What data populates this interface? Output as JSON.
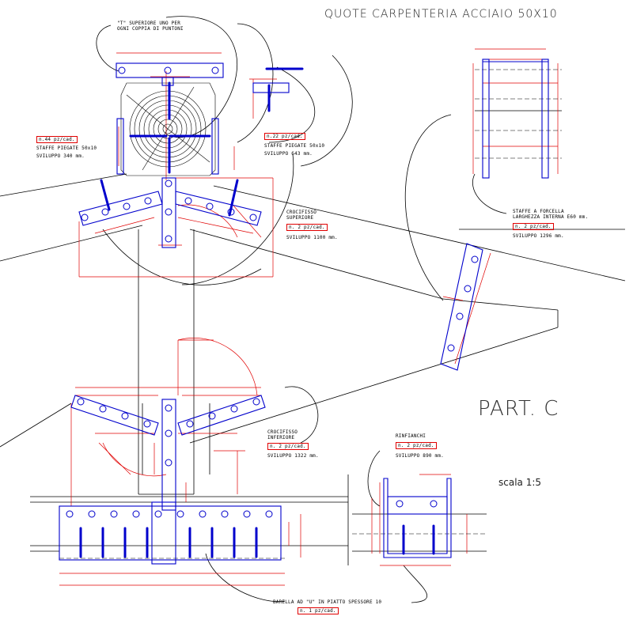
{
  "title": "QUOTE CARPENTERIA ACCIAIO 50X10",
  "part": "PART. C",
  "scale": "scala 1:5",
  "notes": {
    "t_superiore": [
      "\"T\" SUPERIORE UNO PER",
      "OGNI COPPIA DI PUNTONI"
    ],
    "staffe_piegate_1": {
      "qty": "n.44 pz/cad.",
      "name": "STAFFE PIEGATE 50x10",
      "dev": "SVILUPPO 340 mm."
    },
    "staffe_piegate_2": {
      "qty": "n.22 pz/cad.",
      "name": "STAFFE PIEGATE 50x10",
      "dev": "SVILUPPO 643 mm."
    },
    "crocifisso_sup": {
      "name": [
        "CROCIFISSO",
        "SUPERIORE"
      ],
      "qty": "n. 2 pz/cad.",
      "dev": "SVILUPPO 1100 mm."
    },
    "staffe_forcella": {
      "name": [
        "STAFFE A FORCELLA",
        "LARGHEZZA INTERNA E60 mm."
      ],
      "qty": "n. 2 pz/cad.",
      "dev": "SVILUPPO 1296 mm."
    },
    "crocifisso_inf": {
      "name": [
        "CROCIFISSO",
        "INFERIORE"
      ],
      "qty": "n. 2 pz/cad.",
      "dev": "SVILUPPO 1322 mm."
    },
    "rinfianchi": {
      "name": "RINFIANCHI",
      "qty": "n. 2 pz/cad.",
      "dev": "SVILUPPO 890 mm."
    },
    "barella": {
      "name": "BARELLA AD \"U\" IN PIATTO SPESSORE 10",
      "qty": "n. 1 pz/cad."
    }
  },
  "colors": {
    "blue": "#0000cc",
    "red": "#e00000",
    "black": "#000000"
  }
}
